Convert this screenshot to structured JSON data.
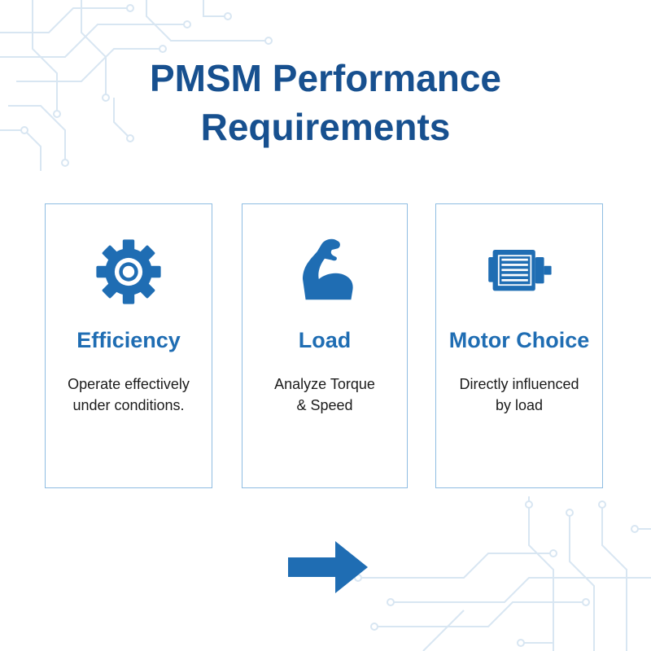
{
  "title": {
    "line1": "PMSM Performance",
    "line2": "Requirements"
  },
  "cards": [
    {
      "icon": "gear-icon",
      "title": "Efficiency",
      "text_line1": "Operate effectively",
      "text_line2": "under conditions."
    },
    {
      "icon": "flexed-bicep-icon",
      "title": "Load",
      "text_line1": "Analyze Torque",
      "text_line2": "& Speed"
    },
    {
      "icon": "motor-icon",
      "title": "Motor Choice",
      "text_line1": "Directly influenced",
      "text_line2": "by load"
    }
  ],
  "colors": {
    "title": "#17508f",
    "accent": "#1f6db3",
    "icon": "#1f6db3",
    "card_border": "#8fbde2",
    "circuit": "#d8e6f2"
  }
}
